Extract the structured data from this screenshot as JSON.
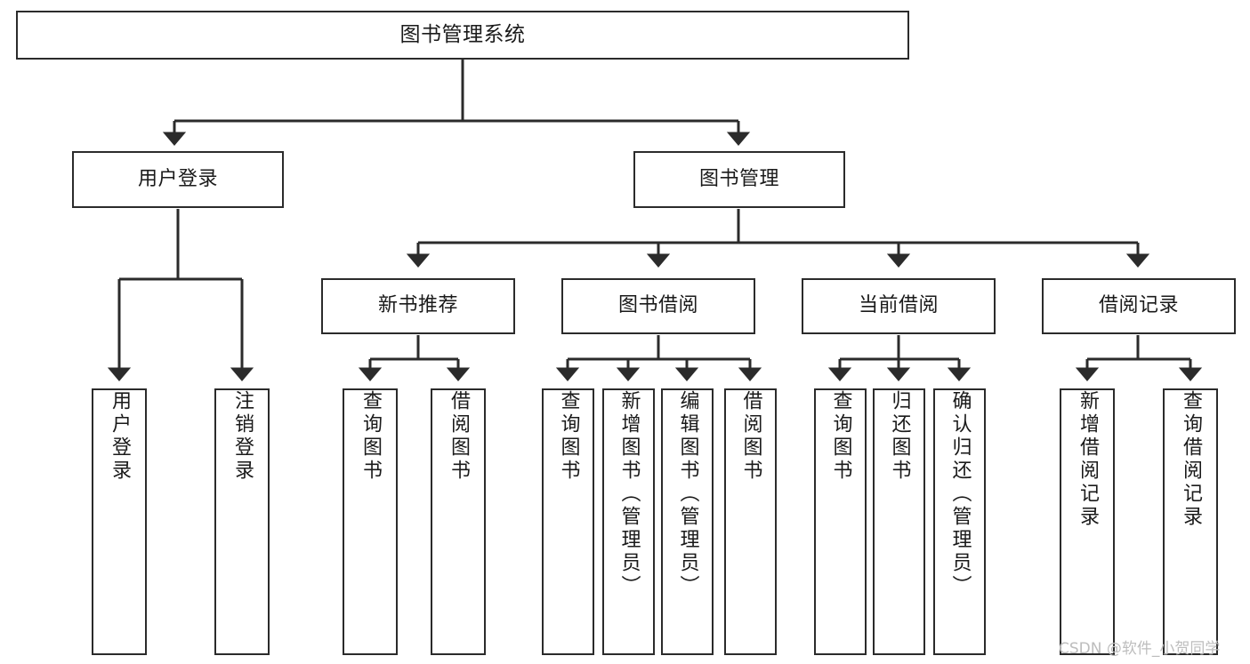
{
  "diagram": {
    "type": "tree-hierarchy",
    "title": "图书管理系统",
    "orientation": "top-down",
    "colors": {
      "box_border": "#2b2b2b",
      "box_fill": "#ffffff",
      "connector": "#2b2b2b",
      "text": "#1a1a1a",
      "watermark": "#bdbdbd",
      "background": "#ffffff"
    },
    "nodes": {
      "root": {
        "label": "图书管理系统"
      },
      "level2": [
        {
          "label": "用户登录"
        },
        {
          "label": "图书管理"
        }
      ],
      "level3": [
        {
          "label": "新书推荐"
        },
        {
          "label": "图书借阅"
        },
        {
          "label": "当前借阅"
        },
        {
          "label": "借阅记录"
        }
      ],
      "leaves": {
        "user_login": [
          {
            "label": "用户登录"
          },
          {
            "label": "注销登录"
          }
        ],
        "new_book_recommend": [
          {
            "label": "查询图书"
          },
          {
            "label": "借阅图书"
          }
        ],
        "book_borrow": [
          {
            "label": "查询图书"
          },
          {
            "label": "新增图书（管理员）"
          },
          {
            "label": "编辑图书（管理员）"
          },
          {
            "label": "借阅图书"
          }
        ],
        "current_borrow": [
          {
            "label": "查询图书"
          },
          {
            "label": "归还图书"
          },
          {
            "label": "确认归还（管理员）"
          }
        ],
        "borrow_record": [
          {
            "label": "新增借阅记录"
          },
          {
            "label": "查询借阅记录"
          }
        ]
      }
    },
    "watermark": {
      "text": "CSDN @软件_小贺同学"
    }
  }
}
